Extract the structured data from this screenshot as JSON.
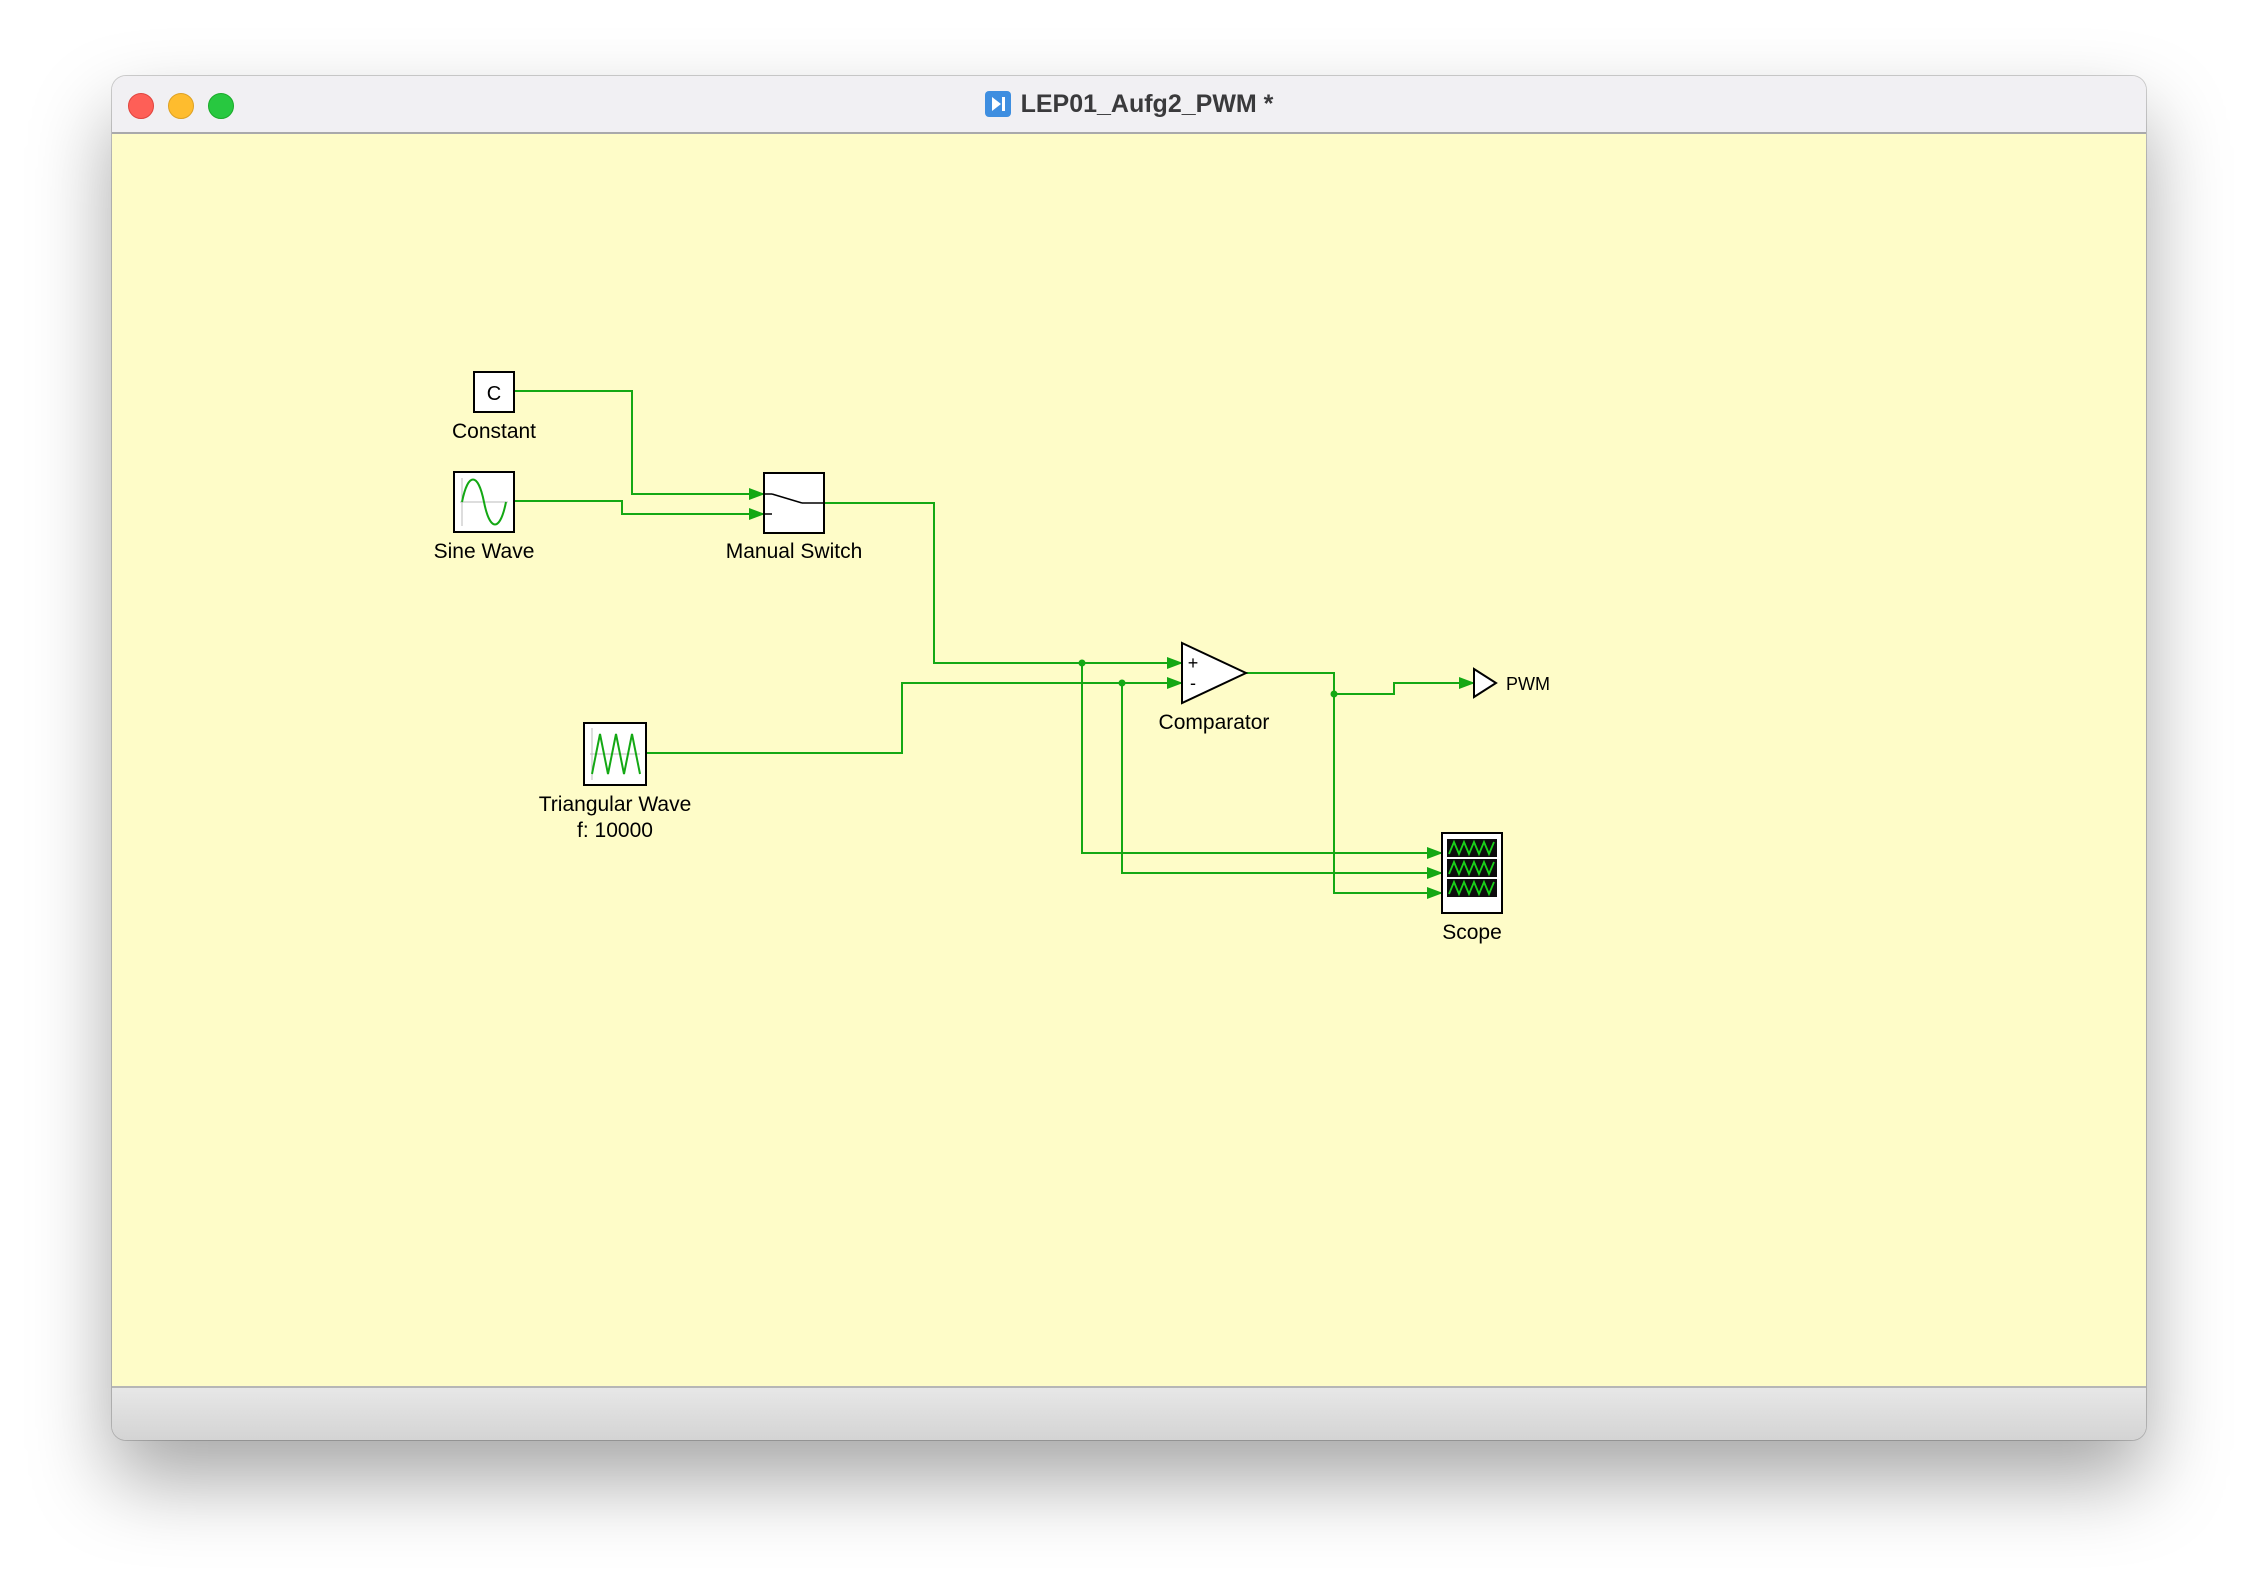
{
  "window": {
    "title": "LEP01_Aufg2_PWM *"
  },
  "blocks": {
    "constant": {
      "label": "Constant",
      "symbol": "C"
    },
    "sine_wave": {
      "label": "Sine Wave"
    },
    "manual_switch": {
      "label": "Manual Switch"
    },
    "comparator": {
      "label": "Comparator",
      "plus": "+",
      "minus": "-"
    },
    "triangular_wave": {
      "label": "Triangular Wave",
      "param": "f: 10000"
    },
    "outport": {
      "label": "PWM"
    },
    "scope": {
      "label": "Scope"
    }
  },
  "colors": {
    "canvas": "#fefcc8",
    "wire": "#14a814",
    "block_border": "#000000"
  }
}
